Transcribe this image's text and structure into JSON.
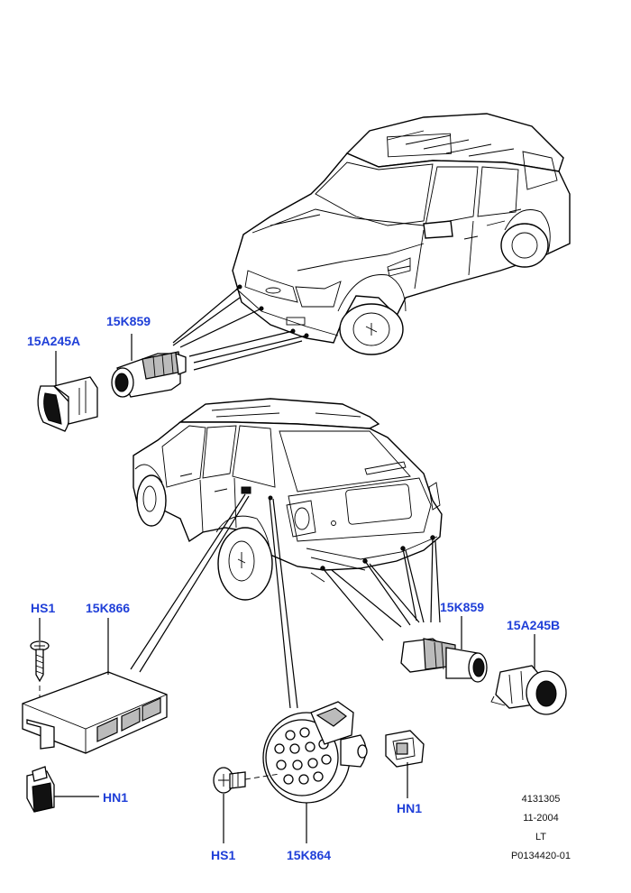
{
  "callouts": {
    "front_bracket": "15A245A",
    "front_sensor": "15K859",
    "hs1_left": "HS1",
    "module": "15K866",
    "hn1_left": "HN1",
    "rear_sensor": "15K859",
    "rear_bracket": "15A245B",
    "sounder": "15K864",
    "hs1_bottom": "HS1",
    "hn1_right": "HN1"
  },
  "reference": {
    "number": "4131305",
    "date": "11-2004",
    "side": "LT",
    "illustration": "P0134420-01"
  }
}
